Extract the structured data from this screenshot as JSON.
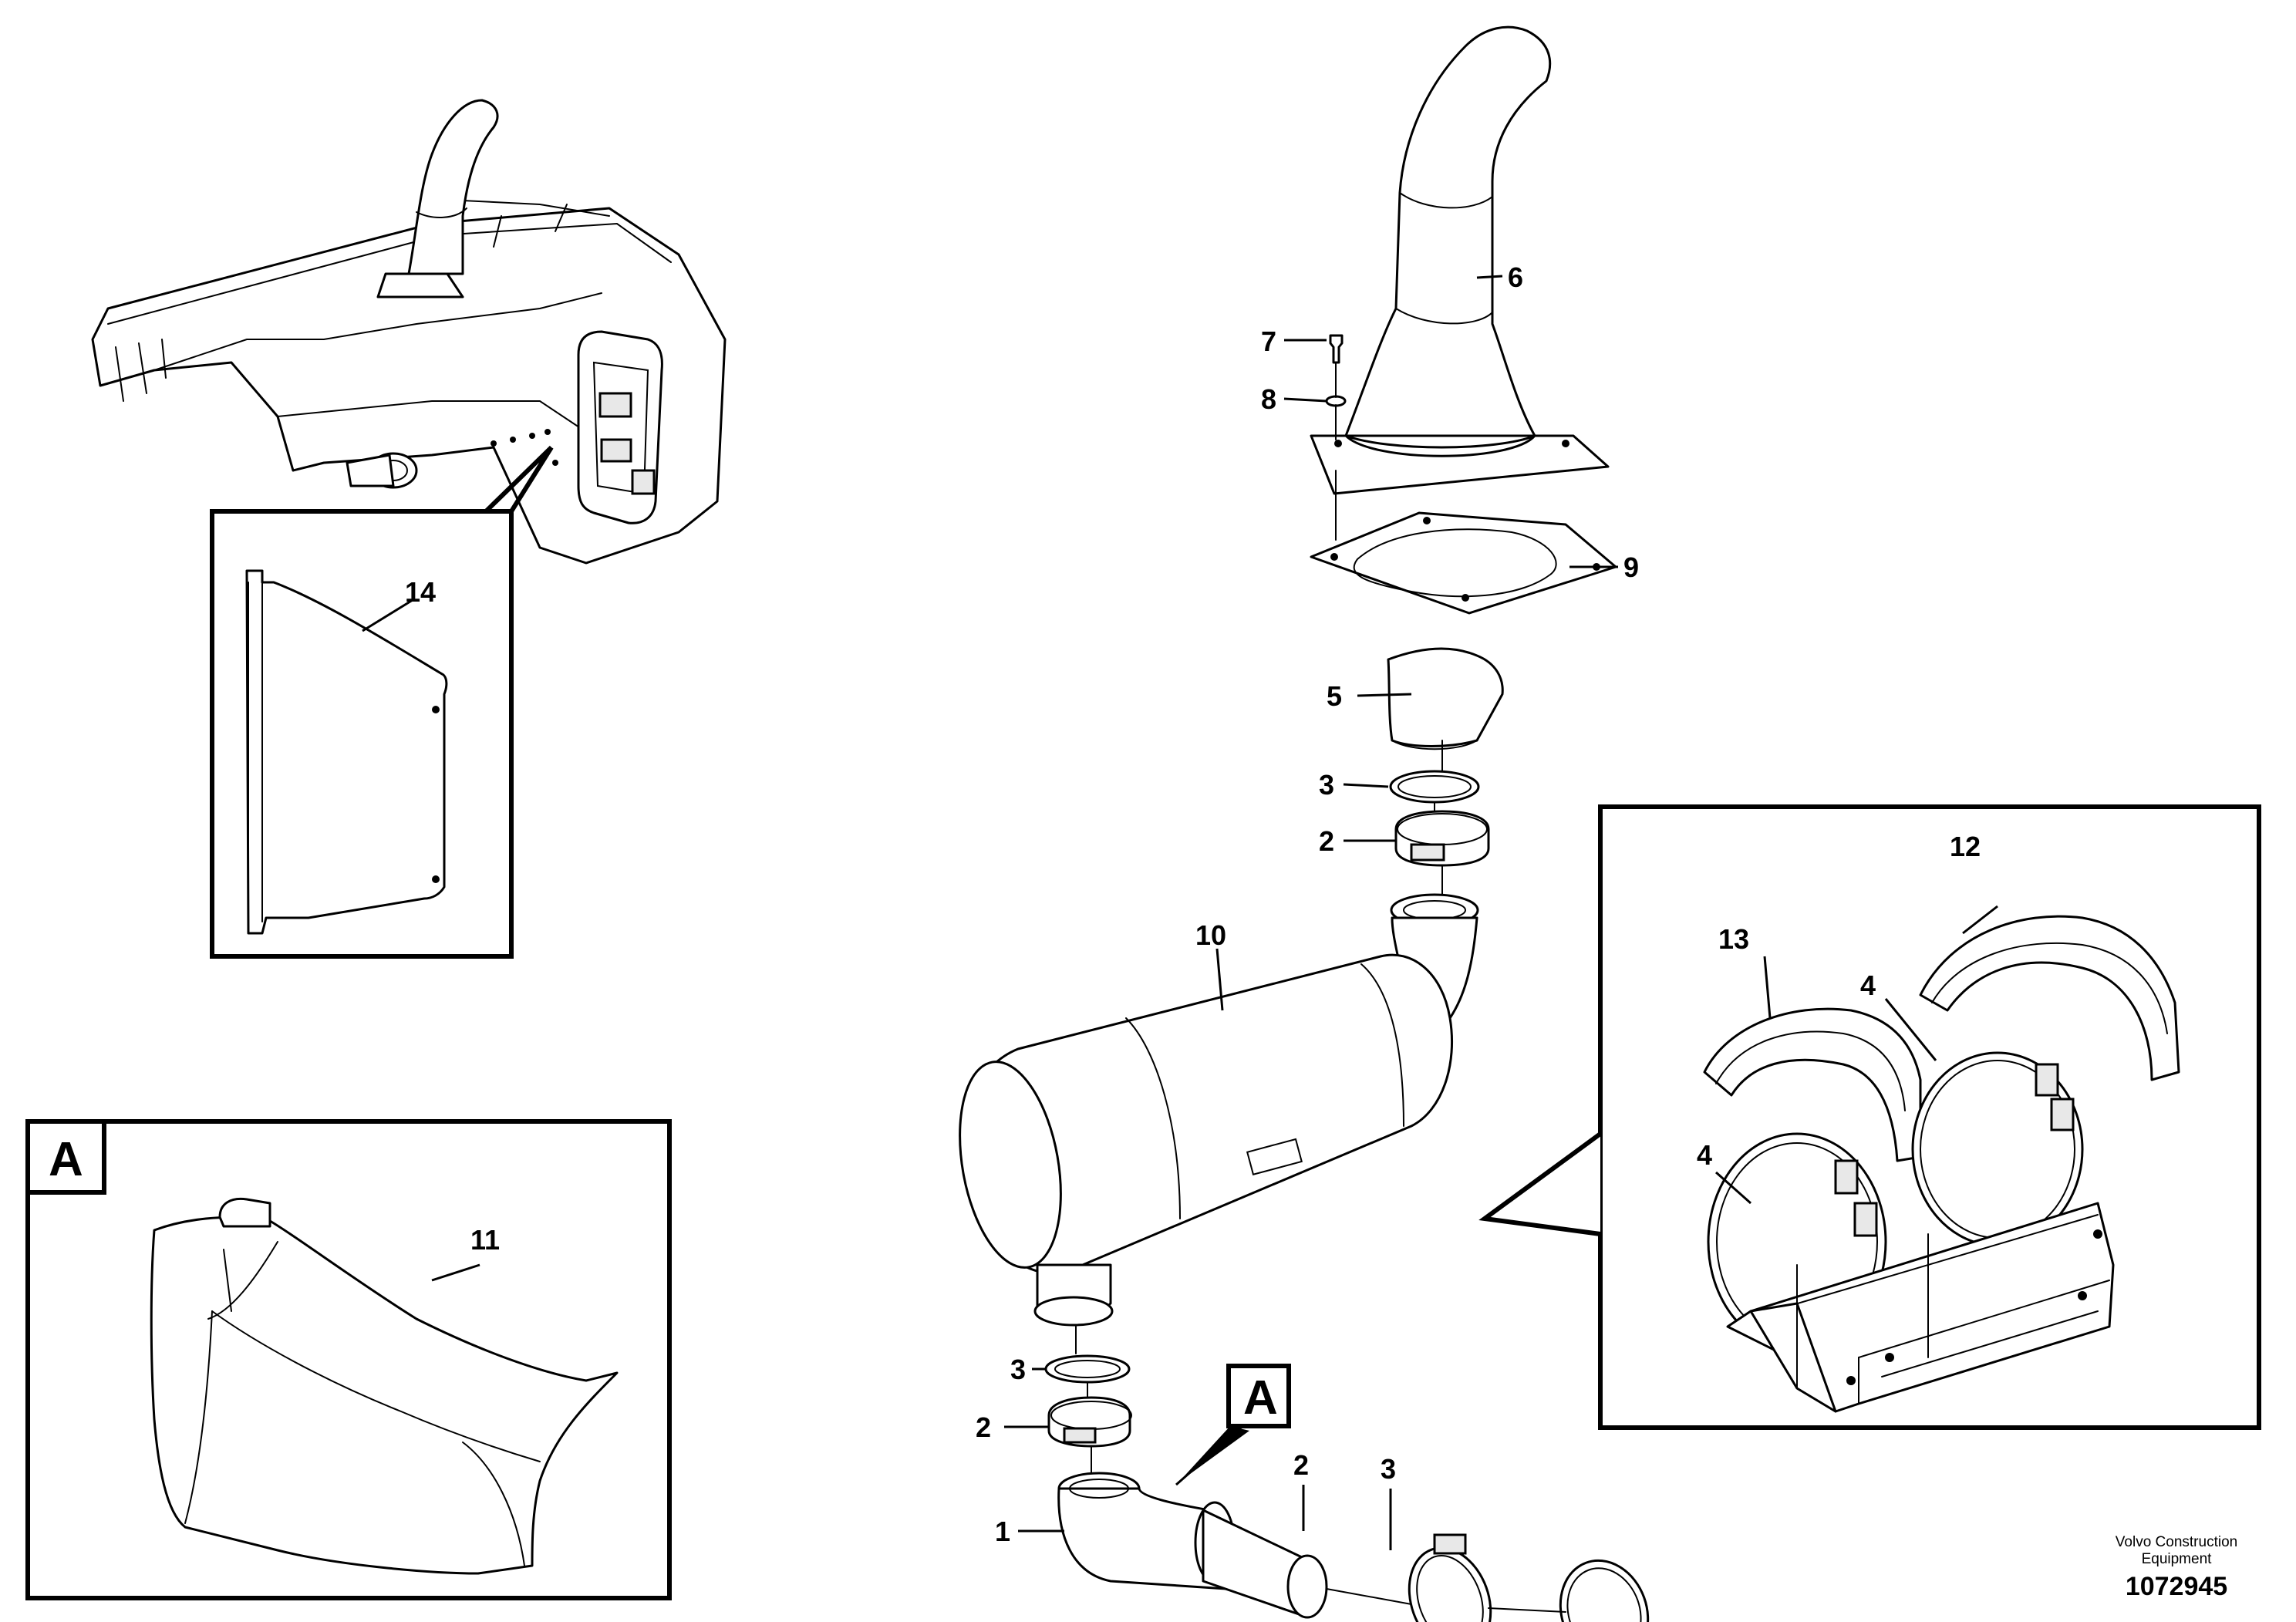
{
  "diagram": {
    "callouts": [
      "1",
      "2",
      "3",
      "4",
      "5",
      "6",
      "7",
      "8",
      "9",
      "10",
      "11",
      "12",
      "13",
      "14"
    ],
    "detail_label": "A",
    "footer": {
      "company_line1": "Volvo Construction",
      "company_line2": "Equipment",
      "drawing_number": "1072945"
    }
  }
}
